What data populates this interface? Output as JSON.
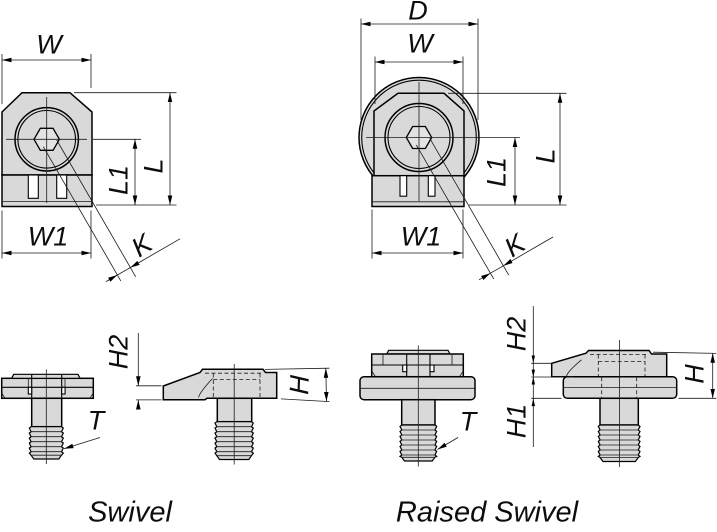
{
  "drawing": {
    "captions": {
      "swivel": "Swivel",
      "raised_swivel": "Raised Swivel"
    },
    "dims": {
      "swivel_front": {
        "w": "W",
        "l": "L",
        "l1": "L1",
        "w1": "W1",
        "k": "K"
      },
      "swivel_side": {
        "h2": "H2",
        "h": "H",
        "t": "T"
      },
      "raised_front": {
        "d": "D",
        "w": "W",
        "l": "L",
        "l1": "L1",
        "w1": "W1",
        "k": "K"
      },
      "raised_side": {
        "h2": "H2",
        "h1": "H1",
        "h": "H",
        "t": "T"
      }
    },
    "colors": {
      "part_fill": "#d9d9d9",
      "line": "#000000",
      "background": "#ffffff"
    }
  }
}
